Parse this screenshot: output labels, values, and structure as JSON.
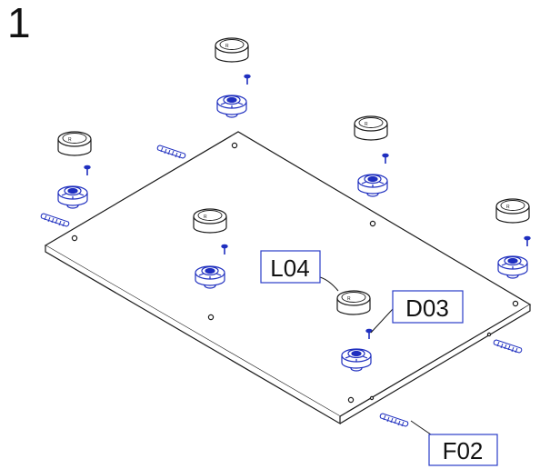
{
  "step_number": "1",
  "colors": {
    "outline": "#1a1a1a",
    "part_blue": "#1f2fbf",
    "callout_border": "#2a3cc8"
  },
  "labels": {
    "feet_cap": "L04",
    "screw": "D03",
    "dowel": "F02"
  }
}
